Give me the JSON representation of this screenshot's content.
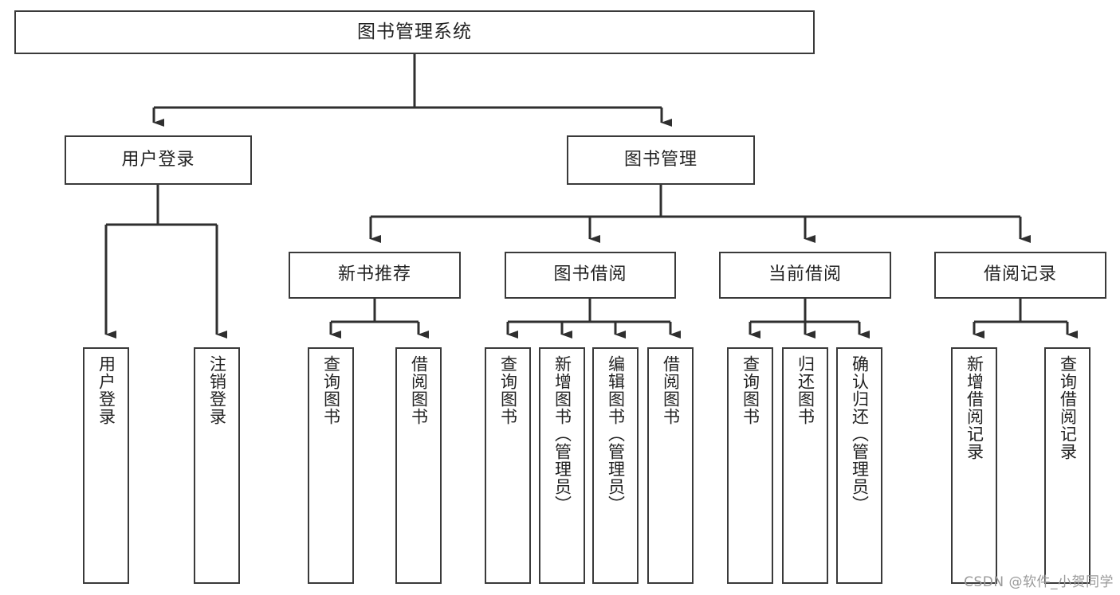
{
  "diagram": {
    "title": "图书管理系统",
    "type": "tree-hierarchy-chart",
    "orientation": "top-down",
    "colors": {
      "box_border": "#3a3a3a",
      "box_fill": "#ffffff",
      "edge": "#2f2f2f",
      "text": "#222222",
      "watermark": "#9a9a9a",
      "background": "#ffffff"
    },
    "watermark": "CSDN @软件_小贺同学"
  },
  "nodes": {
    "root": {
      "label": "图书管理系统"
    },
    "level2": [
      {
        "id": "user-login",
        "label": "用户登录"
      },
      {
        "id": "book-manage",
        "label": "图书管理"
      }
    ],
    "level3": [
      {
        "id": "new-book-rec",
        "label": "新书推荐"
      },
      {
        "id": "book-borrow",
        "label": "图书借阅"
      },
      {
        "id": "current-borrow",
        "label": "当前借阅"
      },
      {
        "id": "borrow-record",
        "label": "借阅记录"
      }
    ],
    "leaves": {
      "user-login": [
        {
          "id": "user-login-do",
          "label": "用户登录"
        },
        {
          "id": "user-logout",
          "label": "注销登录"
        }
      ],
      "new-book-rec": [
        {
          "id": "query-book-1",
          "label": "查询图书"
        },
        {
          "id": "borrow-book-1",
          "label": "借阅图书"
        }
      ],
      "book-borrow": [
        {
          "id": "query-book-2",
          "label": "查询图书"
        },
        {
          "id": "add-book",
          "label": "新增图书（管理员）"
        },
        {
          "id": "edit-book",
          "label": "编辑图书（管理员）"
        },
        {
          "id": "borrow-book-2",
          "label": "借阅图书"
        }
      ],
      "current-borrow": [
        {
          "id": "query-book-3",
          "label": "查询图书"
        },
        {
          "id": "return-book",
          "label": "归还图书"
        },
        {
          "id": "confirm-return",
          "label": "确认归还（管理员）"
        }
      ],
      "borrow-record": [
        {
          "id": "add-borrow-record",
          "label": "新增借阅记录"
        },
        {
          "id": "query-borrow-record",
          "label": "查询借阅记录"
        }
      ]
    }
  }
}
